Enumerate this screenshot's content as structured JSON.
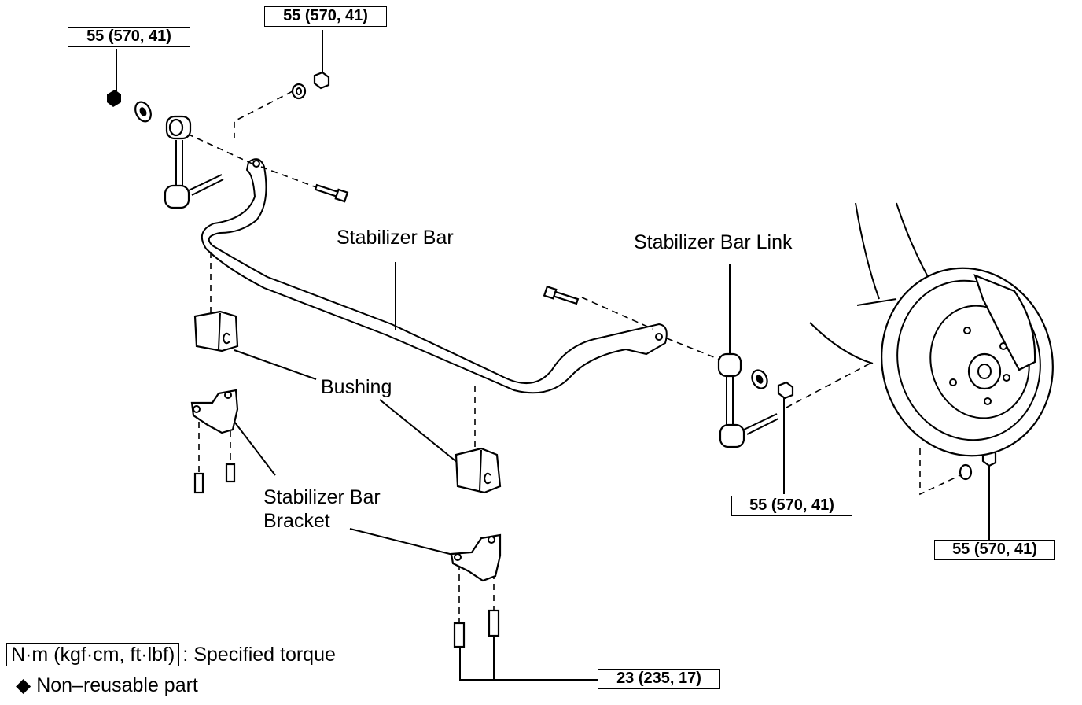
{
  "labels": {
    "stabilizer_bar": "Stabilizer Bar",
    "stabilizer_bar_link": "Stabilizer Bar Link",
    "bushing": "Bushing",
    "bracket_line1": "Stabilizer Bar",
    "bracket_line2": "Bracket"
  },
  "torque_specs": {
    "link_upper_left": "55 (570, 41)",
    "link_upper_right": "55 (570, 41)",
    "link_lower_right": "55 (570, 41)",
    "knuckle_nut": "55 (570, 41)",
    "bracket_bolts": "23 (235, 17)"
  },
  "legend": {
    "torque_unit": "N·m (kgf·cm, ft·lbf)",
    "torque_desc": ": Specified torque",
    "nonreusable_symbol": "◆",
    "nonreusable_desc": "Non–reusable part"
  }
}
